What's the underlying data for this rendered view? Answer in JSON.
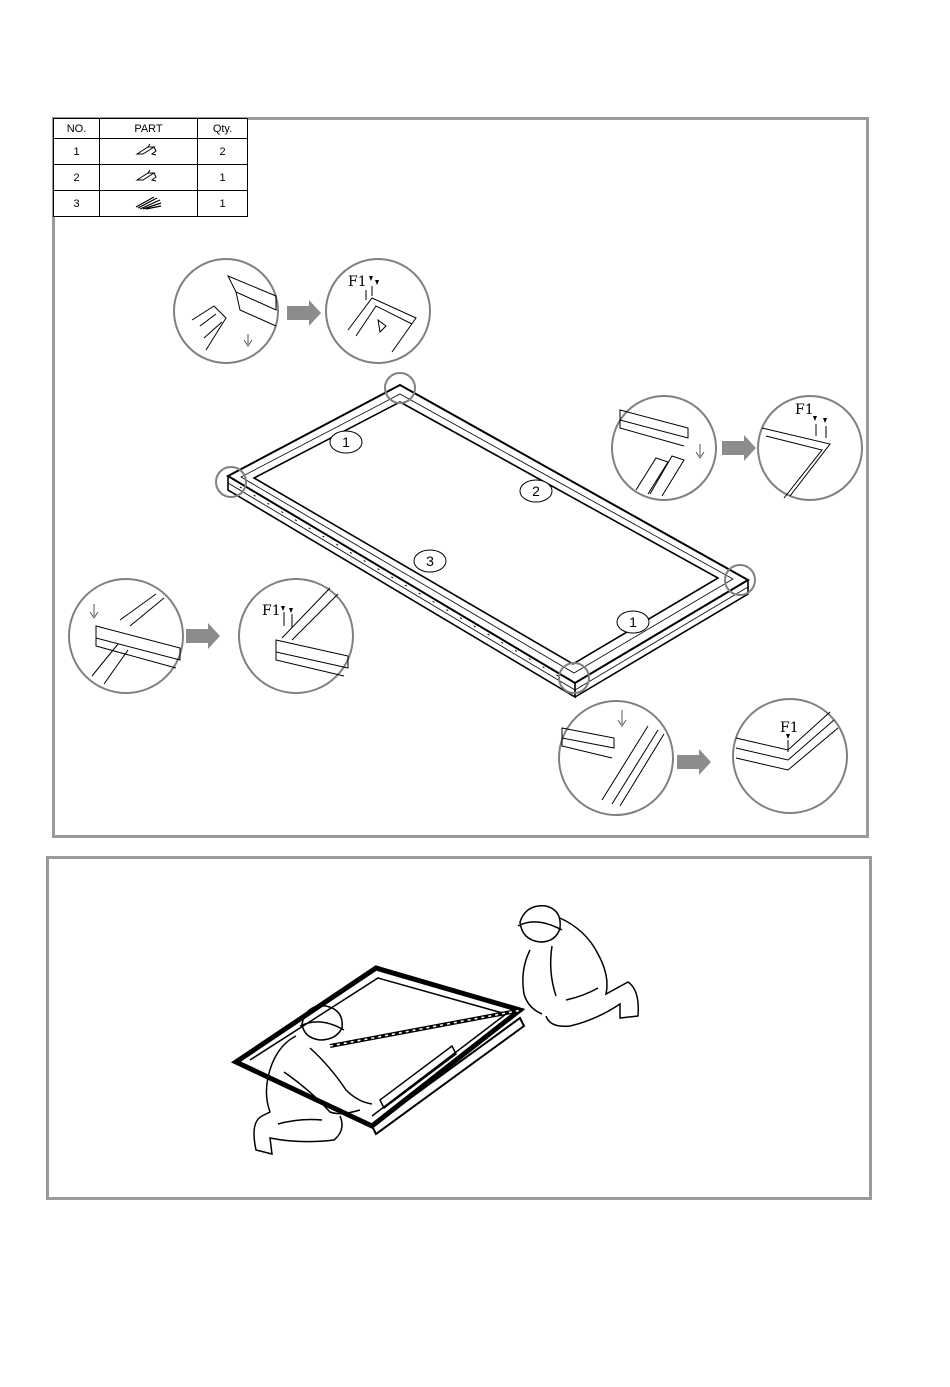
{
  "parts_table": {
    "headers": {
      "no": "NO.",
      "part": "PART",
      "qty": "Qty."
    },
    "rows": [
      {
        "no": "1",
        "icon": "rail-bracket-icon",
        "qty": "2"
      },
      {
        "no": "2",
        "icon": "rail-bracket-icon",
        "qty": "1"
      },
      {
        "no": "3",
        "icon": "rail-bundle-icon",
        "qty": "1"
      }
    ]
  },
  "callouts": {
    "c1a": "1",
    "c2": "2",
    "c3": "3",
    "c1b": "1"
  },
  "screw_labels": {
    "a": "F1",
    "b": "F1",
    "c": "F1",
    "d": "F1"
  },
  "colors": {
    "frame_stroke": "#000000",
    "panel_border": "#9a9a9a",
    "arrow_fill": "#8c8c8c",
    "detail_circle": "#808080"
  }
}
